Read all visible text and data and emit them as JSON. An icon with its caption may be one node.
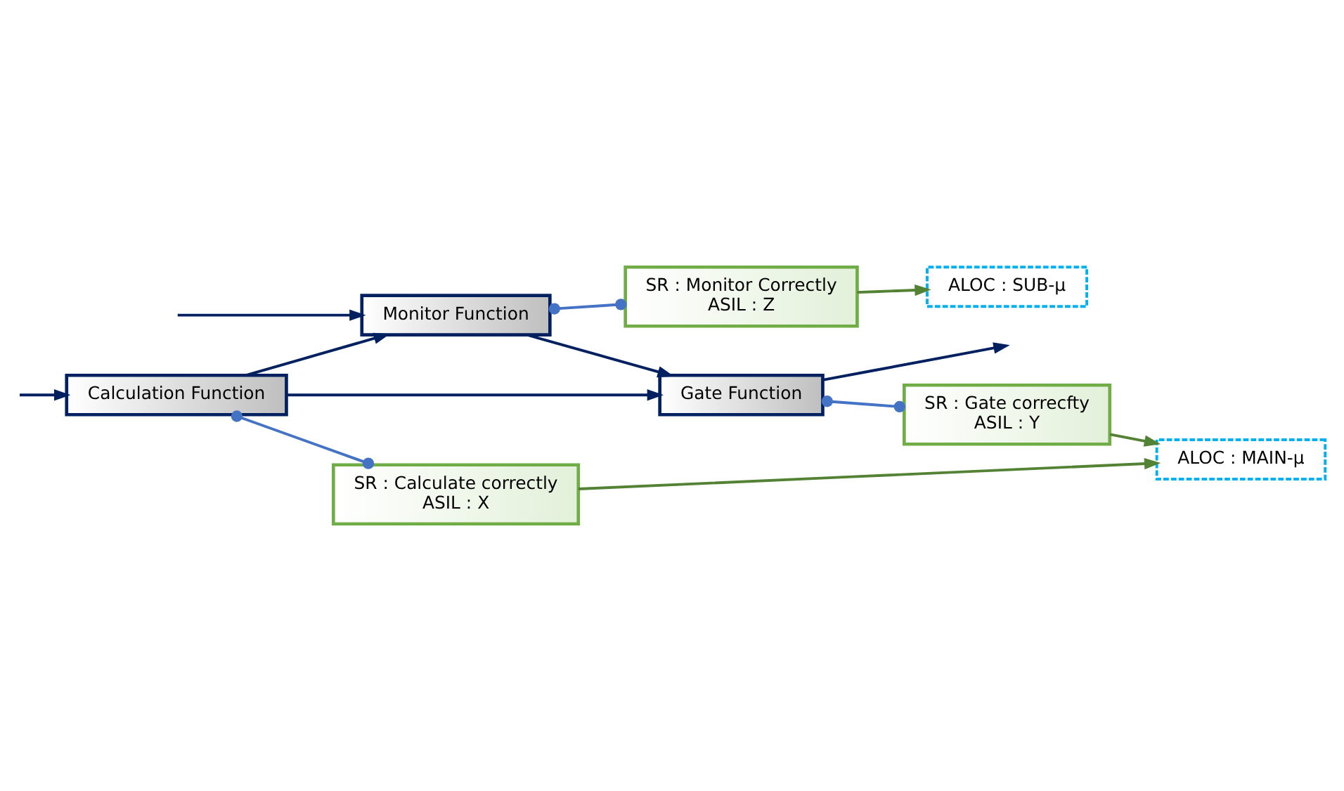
{
  "diagram": {
    "nodes": [
      {
        "text": [
          "ALOC : MAIN-μ"
        ]
      },
      {
        "text": [
          "SR : Calculate correctly",
          "ASIL : X"
        ]
      },
      {
        "text": [
          "SR : Gate correcfty",
          "ASIL : Y"
        ]
      },
      {
        "text": [
          "Calculation Function"
        ]
      },
      {
        "text": [
          "Gate Function"
        ]
      },
      {
        "text": [
          "Monitor Function"
        ]
      },
      {
        "text": [
          "ALOC : SUB-μ"
        ]
      },
      {
        "text": [
          "SR : Monitor Correctly",
          "ASIL : Z"
        ]
      }
    ],
    "edges": [
      {
        "from": null,
        "to": 3,
        "arrow": "to"
      },
      {
        "from": null,
        "to": 5,
        "arrow": "to"
      },
      {
        "from": 3,
        "to": 4,
        "arrow": "to"
      },
      {
        "from": 3,
        "to": 5,
        "arrow": "to"
      },
      {
        "from": 5,
        "to": 4,
        "arrow": "to"
      },
      {
        "from": 4,
        "to": null,
        "arrow": "to"
      },
      {
        "from": 1,
        "to": 0,
        "arrow": "to",
        "color": "#548235"
      },
      {
        "from": 2,
        "to": 0,
        "arrow": "to",
        "color": "#548235"
      },
      {
        "from": 7,
        "to": 6,
        "arrow": "to",
        "color": "#548235"
      },
      {
        "from": 3,
        "to": 1,
        "arrow": "other",
        "color": "#4472c4"
      },
      {
        "from": 4,
        "to": 2,
        "arrow": "other",
        "color": "#4472c4"
      },
      {
        "from": 5,
        "to": 7,
        "arrow": "other",
        "color": "#4472c4"
      }
    ]
  }
}
